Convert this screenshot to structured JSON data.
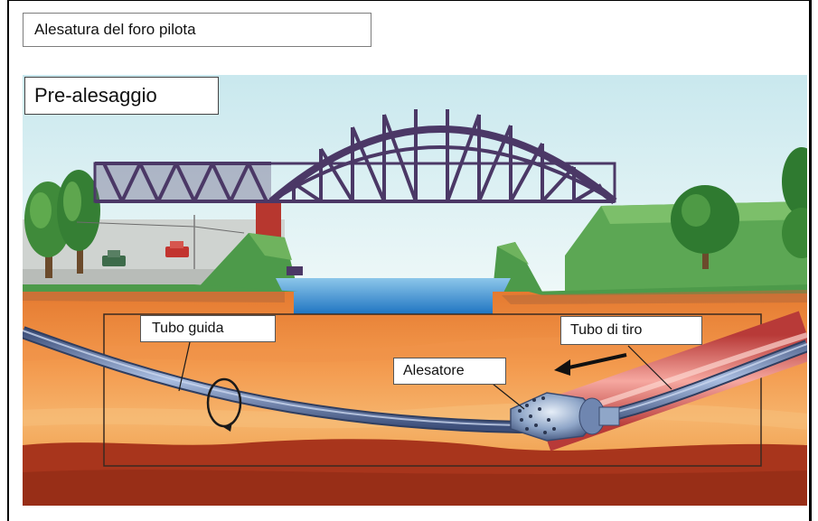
{
  "header": {
    "title": "Alesatura del foro pilota"
  },
  "diagram": {
    "stage_title": "Pre-alesaggio",
    "labels": {
      "pilot_pipe": "Tubo guida",
      "pull_pipe": "Tubo di tiro",
      "reamer": "Alesatore"
    }
  },
  "colors": {
    "sky": "#d4eef2",
    "bridge": "#4f3a68",
    "pier": "#b33a38",
    "water": "#2f8ed3",
    "grass": "#5aa650",
    "soil_top": "#e9843a",
    "soil_mid": "#f4a65a",
    "soil_deep": "#a8351c",
    "pipe": "#7a92bd",
    "pull_pipe": "#d65a55"
  }
}
